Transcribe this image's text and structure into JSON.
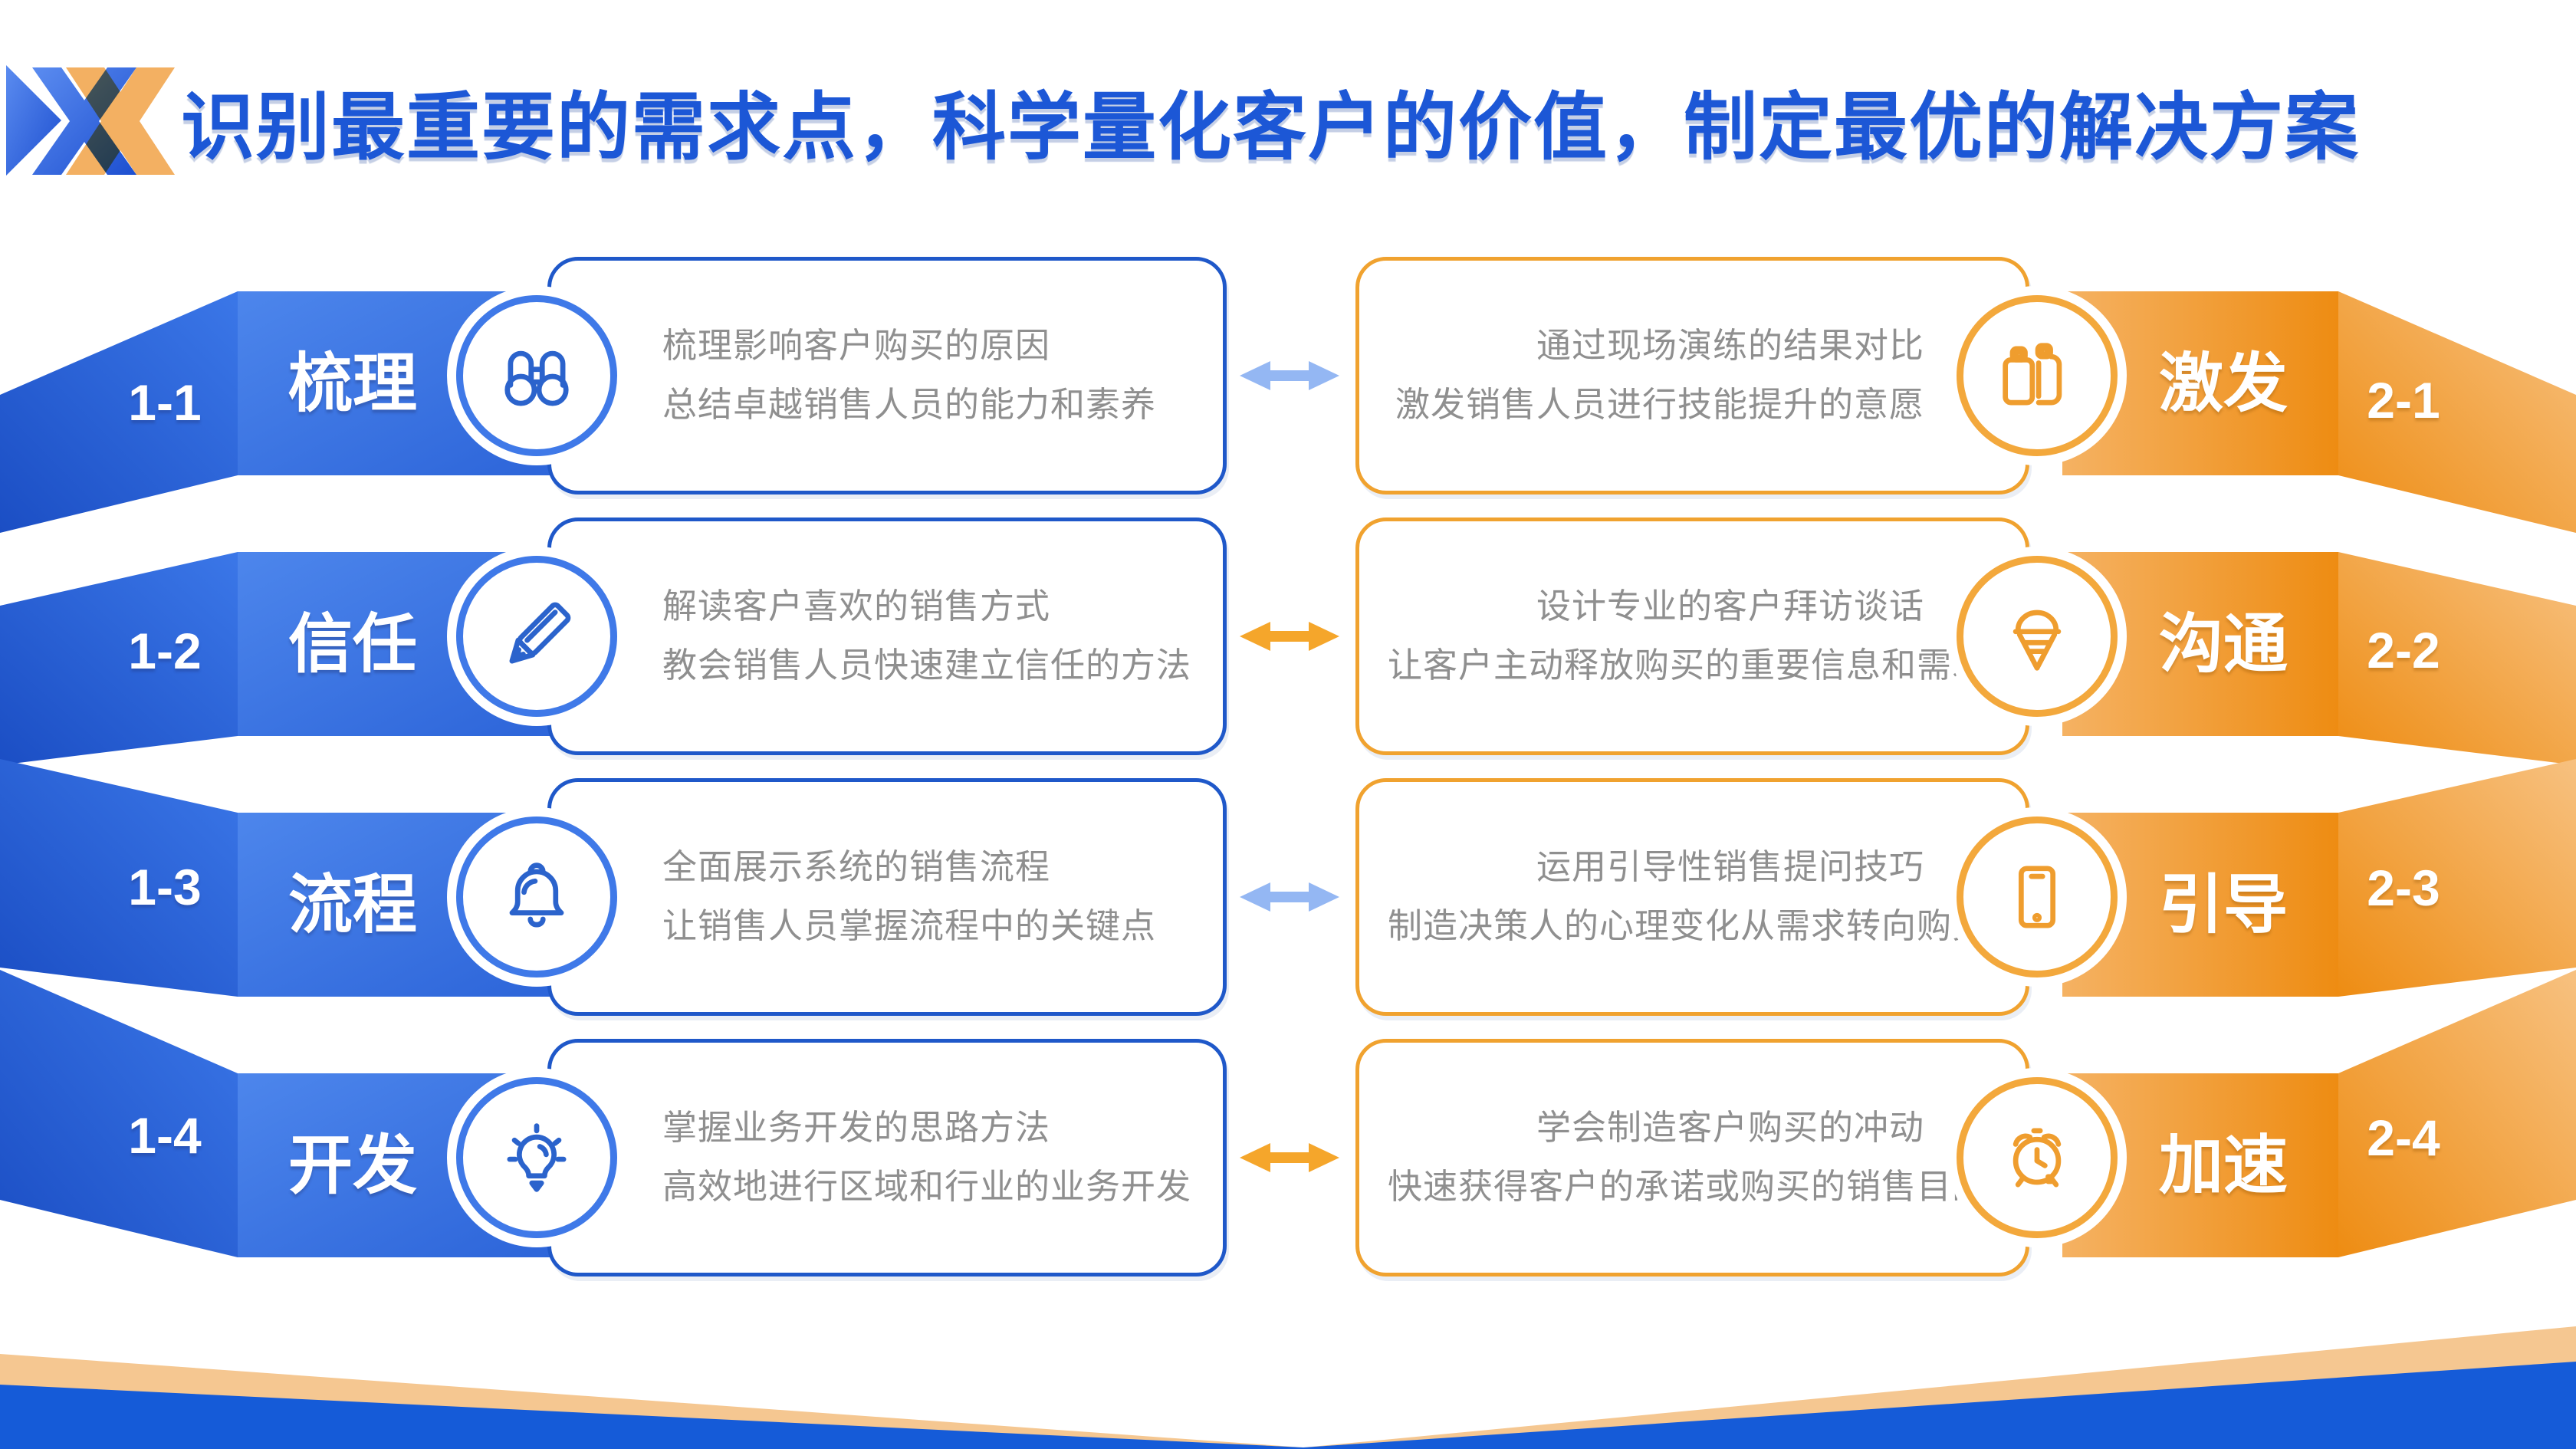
{
  "slide": {
    "title": "识别最重要的需求点，科学量化客户的价值，制定最优的解决方案"
  },
  "left_rows": [
    {
      "number": "1-1",
      "label": "梳理",
      "icon": "binoculars-icon",
      "line1": "梳理影响客户购买的原因",
      "line2": "总结卓越销售人员的能力和素养"
    },
    {
      "number": "1-2",
      "label": "信任",
      "icon": "pencil-icon",
      "line1": "解读客户喜欢的销售方式",
      "line2": "教会销售人员快速建立信任的方法"
    },
    {
      "number": "1-3",
      "label": "流程",
      "icon": "bell-icon",
      "line1": "全面展示系统的销售流程",
      "line2": "让销售人员掌握流程中的关键点"
    },
    {
      "number": "1-4",
      "label": "开发",
      "icon": "lightbulb-icon",
      "line1": "掌握业务开发的思路方法",
      "line2": "高效地进行区域和行业的业务开发"
    }
  ],
  "right_rows": [
    {
      "number": "2-1",
      "label": "激发",
      "icon": "cutting-boards-icon",
      "line1": "通过现场演练的结果对比",
      "line2": "激发销售人员进行技能提升的意愿"
    },
    {
      "number": "2-2",
      "label": "沟通",
      "icon": "ice-cream-cone-icon",
      "line1": "设计专业的客户拜访谈话",
      "line2": "让客户主动释放购买的重要信息和需求"
    },
    {
      "number": "2-3",
      "label": "引导",
      "icon": "smartphone-icon",
      "line1": "运用引导性销售提问技巧",
      "line2": "制造决策人的心理变化从需求转向购买"
    },
    {
      "number": "2-4",
      "label": "加速",
      "icon": "alarm-clock-icon",
      "line1": "学会制造客户购买的冲动",
      "line2": "快速获得客户的承诺或购买的销售目的"
    }
  ],
  "arrows": [
    {
      "type": "double-arrow",
      "color": "#94b7f3"
    },
    {
      "type": "double-arrow",
      "color": "#f5a62b"
    },
    {
      "type": "double-arrow",
      "color": "#94b7f3"
    },
    {
      "type": "double-arrow",
      "color": "#f5a62b"
    }
  ],
  "colors": {
    "title_blue": "#1c57d6",
    "blue_band_dark": "#1b4ec4",
    "blue_rect": "#2b63d8",
    "card_border_blue": "#1f58c9",
    "orange_band_dark": "#ee8c12",
    "orange_rect_light": "#f5b263",
    "card_border_orange": "#f0a22f",
    "arrow_blue": "#94b7f3",
    "arrow_orange": "#f5a62b",
    "text_gray": "#8f8f8f"
  }
}
